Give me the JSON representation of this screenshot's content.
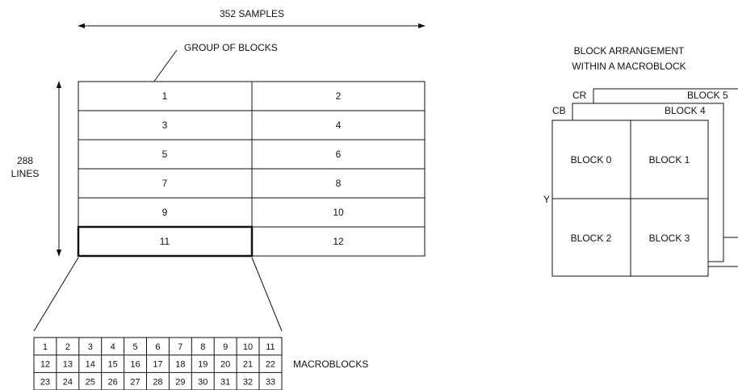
{
  "gob": {
    "width_label": "352 SAMPLES",
    "height_label": [
      "288",
      "LINES"
    ],
    "group_label": "GROUP OF BLOCKS",
    "cells": [
      "1",
      "2",
      "3",
      "4",
      "5",
      "6",
      "7",
      "8",
      "9",
      "10",
      "11",
      "12"
    ],
    "highlighted": "11"
  },
  "macroblocks": {
    "label": "MACROBLOCKS",
    "rows": [
      [
        "1",
        "2",
        "3",
        "4",
        "5",
        "6",
        "7",
        "8",
        "9",
        "10",
        "11"
      ],
      [
        "12",
        "13",
        "14",
        "15",
        "16",
        "17",
        "18",
        "19",
        "20",
        "21",
        "22"
      ],
      [
        "23",
        "24",
        "25",
        "26",
        "27",
        "28",
        "29",
        "30",
        "31",
        "32",
        "33"
      ]
    ]
  },
  "arrangement": {
    "title": [
      "BLOCK ARRANGEMENT",
      "WITHIN A MACROBLOCK"
    ],
    "y_label": "Y",
    "cb_label": "CB",
    "cr_label": "CR",
    "blocks": [
      "BLOCK 0",
      "BLOCK 1",
      "BLOCK 2",
      "BLOCK 3"
    ],
    "cb_block": "BLOCK 4",
    "cr_block": "BLOCK 5"
  }
}
